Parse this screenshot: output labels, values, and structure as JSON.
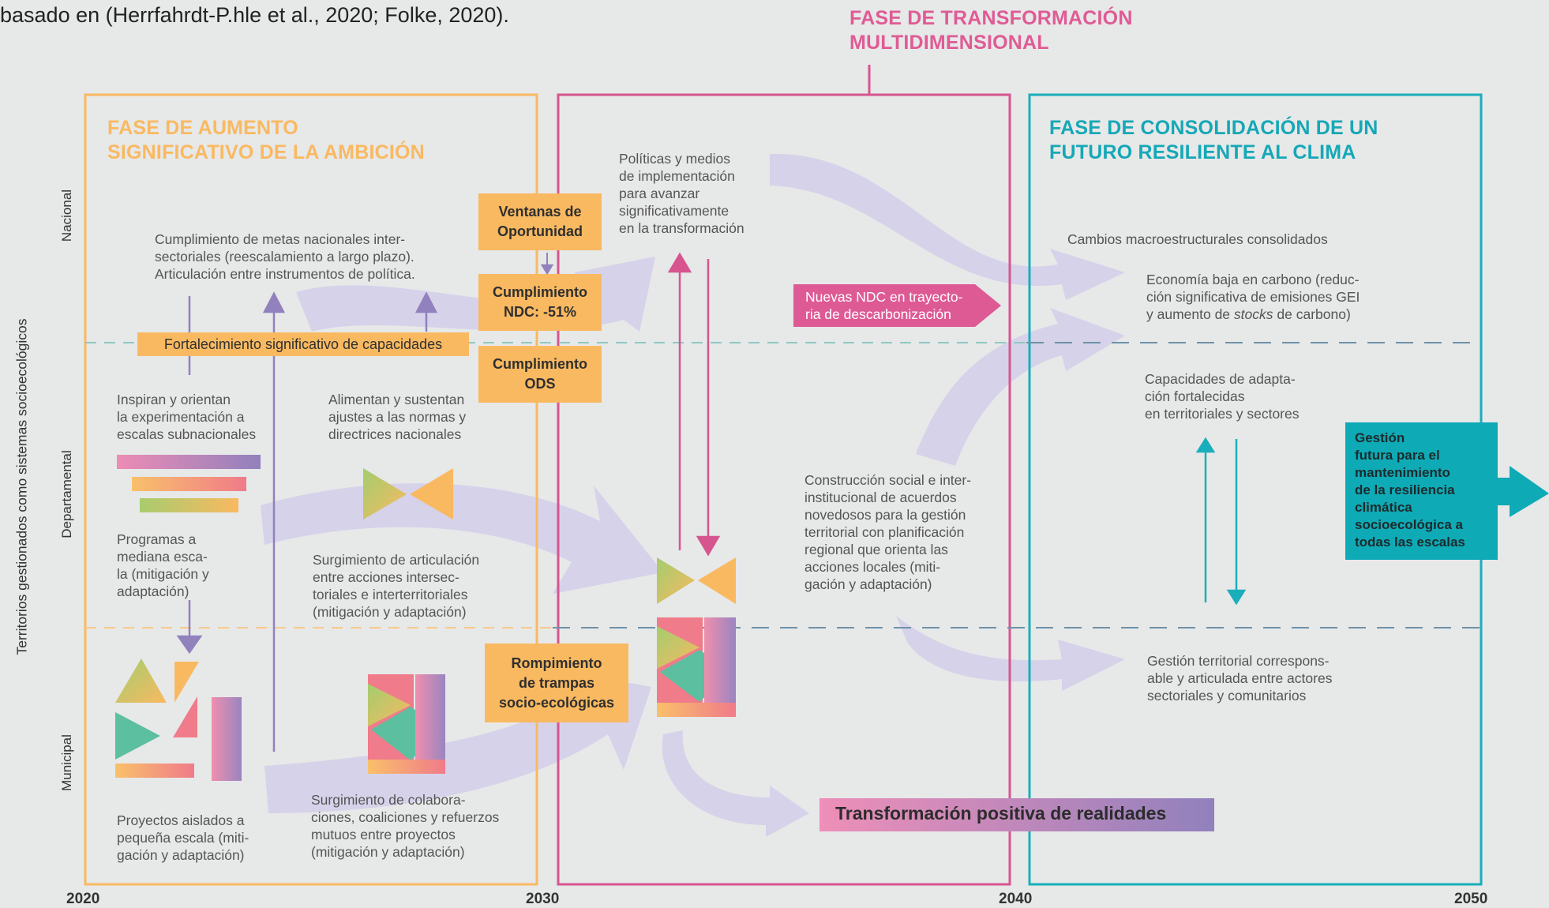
{
  "caption": "basado en (Herrfahrdt-P.hle et al., 2020; Folke, 2020).",
  "colors": {
    "orange": "#f9b961",
    "pink": "#d6558f",
    "teal": "#1aaebb",
    "purple": "#9181bd",
    "arrow": "#d6d2ea",
    "background": "#e7e8e8"
  },
  "y_axis_label": "Territorios gestionados como sistemas socioecológicos",
  "rows": {
    "national": "Nacional",
    "departmental": "Departamental",
    "municipal": "Municipal"
  },
  "years": {
    "y2020": "2020",
    "y2030": "2030",
    "y2040": "2040",
    "y2050": "2050"
  },
  "phases": {
    "ambition": {
      "line1": "FASE DE AUMENTO",
      "line2": "SIGNIFICATIVO DE LA AMBICIÓN"
    },
    "transformation": {
      "line1": "FASE DE TRANSFORMACIÓN",
      "line2": "MULTIDIMENSIONAL"
    },
    "consolidation": {
      "line1": "FASE DE CONSOLIDACIÓN DE UN",
      "line2": "FUTURO RESILIENTE AL CLIMA"
    }
  },
  "boxes": {
    "ventanas": {
      "line1": "Ventanas de",
      "line2": "Oportunidad"
    },
    "ndc": {
      "line1": "Cumplimiento",
      "line2": "NDC: -51%"
    },
    "ods": {
      "line1": "Cumplimiento",
      "line2": "ODS"
    },
    "trampas": {
      "line1": "Rompimiento",
      "line2": "de trampas",
      "line3": "socio-ecológicas"
    },
    "capacidades": "Fortalecimiento significativo de capacidades",
    "nuevas_ndc": {
      "line1": "Nuevas NDC en trayecto-",
      "line2": "ria de descarbonización"
    },
    "transformacion": "Transformación positiva de realidades",
    "gestion": {
      "line1": "Gestión",
      "line2": "futura para el",
      "line3": "mantenimiento",
      "line4": "de la resiliencia",
      "line5": "climática",
      "line6": "socioecológica a",
      "line7": "todas las escalas"
    }
  },
  "texts": {
    "cumplimiento_metas": {
      "line1": "Cumplimiento de metas nacionales inter-",
      "line2": "sectoriales (reescalamiento a largo plazo).",
      "line3": "Articulación entre instrumentos de política."
    },
    "inspiran": {
      "line1": "Inspiran y orientan",
      "line2": "la experimentación a",
      "line3": "escalas subnacionales"
    },
    "alimentan": {
      "line1": "Alimentan y sustentan",
      "line2": "ajustes a las normas y",
      "line3": "directrices nacionales"
    },
    "programas": {
      "line1": "Programas a",
      "line2": "mediana esca-",
      "line3": "la (mitigación y",
      "line4": "adaptación)"
    },
    "surgimiento_articulacion": {
      "line1": "Surgimiento de articulación",
      "line2": "entre acciones intersec-",
      "line3": "toriales e interterritoriales",
      "line4": "(mitigación y adaptación)"
    },
    "proyectos": {
      "line1": "Proyectos aislados a",
      "line2": "pequeña escala (miti-",
      "line3": "gación y adaptación)"
    },
    "surgimiento_colaboraciones": {
      "line1": "Surgimiento de colabora-",
      "line2": "ciones, coaliciones y refuerzos",
      "line3": "mutuos entre proyectos",
      "line4": "(mitigación y adaptación)"
    },
    "politicas": {
      "line1": "Políticas y medios",
      "line2": "de implementación",
      "line3": "para avanzar",
      "line4": "significativamente",
      "line5": "en la transformación"
    },
    "construccion": {
      "line1": "Construcción social e inter-",
      "line2": "institucional de acuerdos",
      "line3": "novedosos para la gestión",
      "line4": "territorial con planificación",
      "line5": "regional que orienta las",
      "line6": "acciones locales (miti-",
      "line7": "gación y adaptación)"
    },
    "cambios": "Cambios macroestructurales consolidados",
    "economia": {
      "line1": "Economía baja en carbono (reduc-",
      "line2": "ción significativa de emisiones GEI",
      "line3a": "y aumento de ",
      "line3b": "stocks",
      "line3c": " de carbono)"
    },
    "capacidades_adaptacion": {
      "line1": "Capacidades de adapta-",
      "line2": "ción fortalecidas",
      "line3": "en territoriales y sectores"
    },
    "gestion_territorial": {
      "line1": "Gestión territorial correspons-",
      "line2": "able y articulada entre actores",
      "line3": "sectoriales y comunitarios"
    }
  }
}
